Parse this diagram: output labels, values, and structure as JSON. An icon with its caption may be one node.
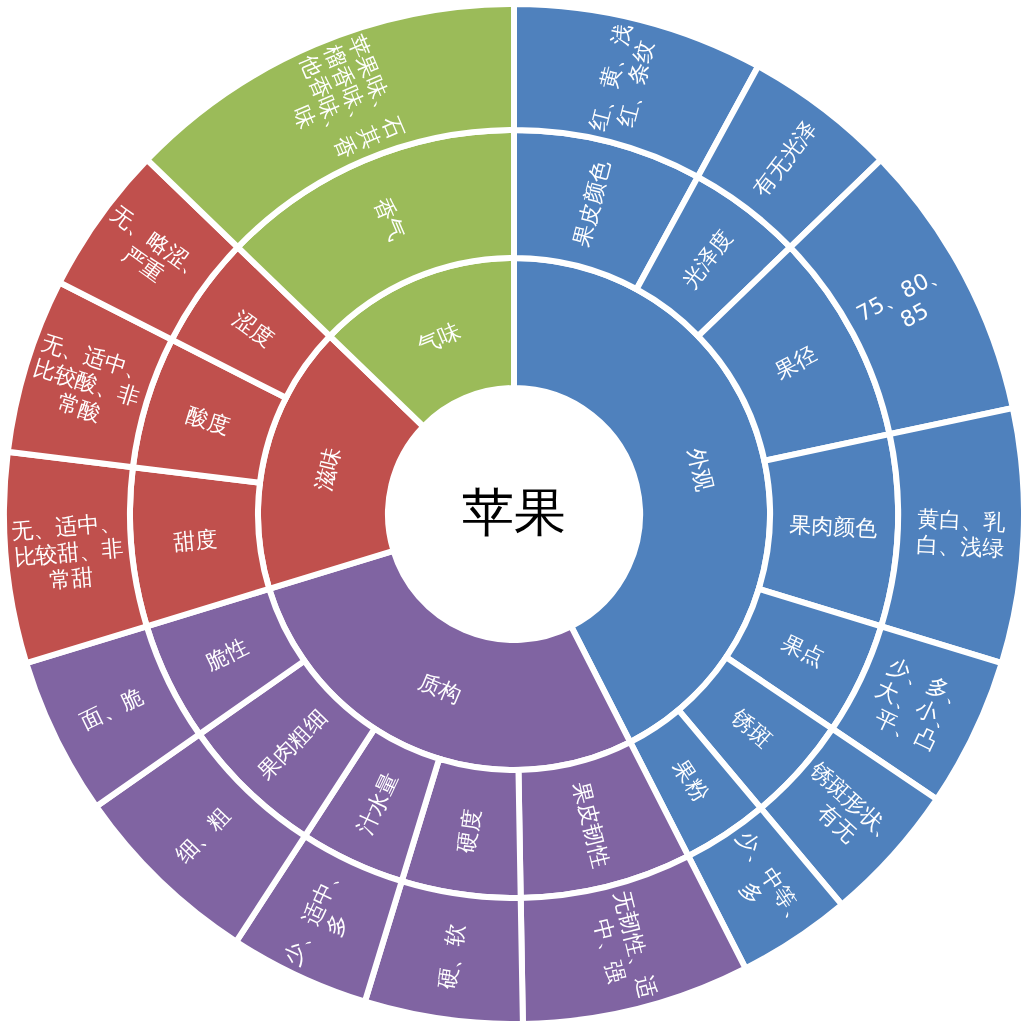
{
  "diagram": {
    "nodes": [
      {
        "text": [
          "苹果"
        ]
      },
      {
        "text": [
          "外观"
        ]
      },
      {
        "text": [
          "质构"
        ]
      },
      {
        "text": [
          "滋味"
        ]
      },
      {
        "text": [
          "气味"
        ]
      },
      {
        "text": [
          "果皮颜色"
        ]
      },
      {
        "text": [
          "光泽度"
        ]
      },
      {
        "text": [
          "果径"
        ]
      },
      {
        "text": [
          "果肉颜色"
        ]
      },
      {
        "text": [
          "果点"
        ]
      },
      {
        "text": [
          "锈斑"
        ]
      },
      {
        "text": [
          "果粉"
        ]
      },
      {
        "text": [
          "果皮韧性"
        ]
      },
      {
        "text": [
          "硬度"
        ]
      },
      {
        "text": [
          "汁水量"
        ]
      },
      {
        "text": [
          "果肉粗细"
        ]
      },
      {
        "text": [
          "脆性"
        ]
      },
      {
        "text": [
          "甜度"
        ]
      },
      {
        "text": [
          "酸度"
        ]
      },
      {
        "text": [
          "涩度"
        ]
      },
      {
        "text": [
          "香气"
        ]
      },
      {
        "text": [
          "红、黄、浅红、条纹"
        ]
      },
      {
        "text": [
          "有无光泽"
        ]
      },
      {
        "text": [
          "75、80、85"
        ]
      },
      {
        "text": [
          "黄白、乳白、浅绿"
        ]
      },
      {
        "text": [
          "少、多、大、小、平、凸"
        ]
      },
      {
        "text": [
          "锈斑形状、有无"
        ]
      },
      {
        "text": [
          "少、中等、多"
        ]
      },
      {
        "text": [
          "无韧性、适中、强"
        ]
      },
      {
        "text": [
          "硬、软"
        ]
      },
      {
        "text": [
          "少、适中、多"
        ]
      },
      {
        "text": [
          "细、粗"
        ]
      },
      {
        "text": [
          "面、脆"
        ]
      },
      {
        "text": [
          "无、适中、比较甜、非常甜"
        ]
      },
      {
        "text": [
          "无、适中、比较酸、非常酸"
        ]
      },
      {
        "text": [
          "无、略涩、严重"
        ]
      },
      {
        "text": [
          "苹果味、石榴香味、其他香味、香味"
        ]
      }
    ]
  }
}
